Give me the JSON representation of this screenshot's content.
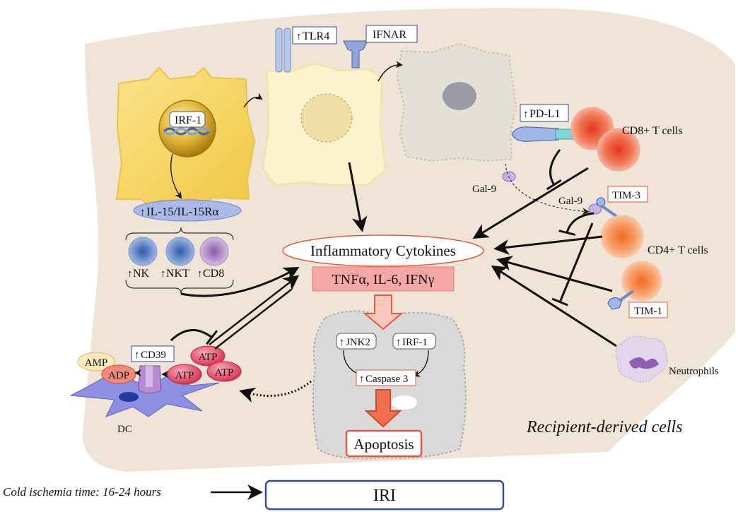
{
  "labels": {
    "tlr4": "TLR4",
    "ifnar": "IFNAR",
    "irf1_nucleus": "IRF-1",
    "il15": "IL-15/IL-15Rα",
    "nk": "NK",
    "nkt": "NKT",
    "cd8_small": "CD8",
    "pdl1": "PD-L1",
    "cd8_tcells": "CD8+ T cells",
    "gal9_left": "Gal-9",
    "gal9_right": "Gal-9",
    "tim3": "TIM-3",
    "cd4_tcells": "CD4+ T cells",
    "tim1": "TIM-1",
    "neutrophils": "Neutrophils",
    "inflammatory": "Inflammatory Cytokines",
    "cytokines": "TNFα, IL-6, IFNγ",
    "jnk2": "JNK2",
    "irf1_apop": "IRF-1",
    "caspase3": "Caspase 3",
    "apoptosis": "Apoptosis",
    "amp": "AMP",
    "adp": "ADP",
    "cd39": "CD39",
    "atp1": "ATP",
    "atp2": "ATP",
    "atp3": "ATP",
    "dc": "DC",
    "recipient": "Recipient-derived cells",
    "cold_ischemia": "Cold ischemia time: 16-24 hours",
    "iri": "IRI"
  },
  "colors": {
    "liver": "#efe4d6",
    "yellow_cell": "#f7d66a",
    "pale_cell": "#fbefc6",
    "dead_cell": "#e5e2d6",
    "apoptotic_cell": "#dcdcdc",
    "cytokine_box": "#f3a3a3",
    "accent_red": "#e35a3c",
    "receptor_blue": "#6f86c9",
    "iri_border": "#2d4f9e"
  },
  "arrow_glyph": "↑"
}
